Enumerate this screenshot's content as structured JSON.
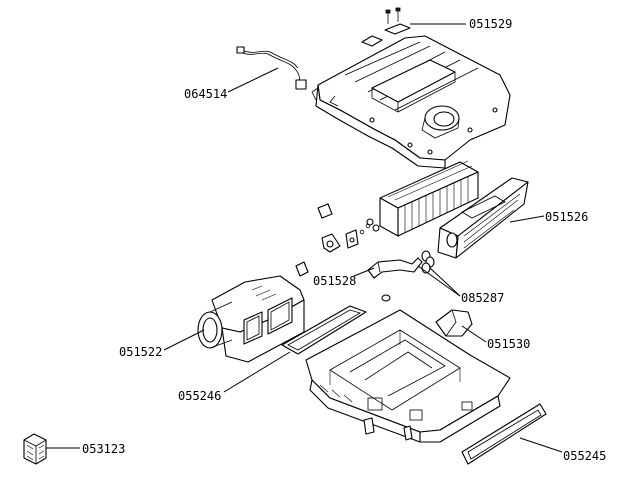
{
  "callouts": {
    "p051529": "051529",
    "p064514": "064514",
    "p051526": "051526",
    "p051528": "051528",
    "p085287": "085287",
    "p051522": "051522",
    "p051530": "051530",
    "p055246": "055246",
    "p053123": "053123",
    "p055245": "055245"
  }
}
